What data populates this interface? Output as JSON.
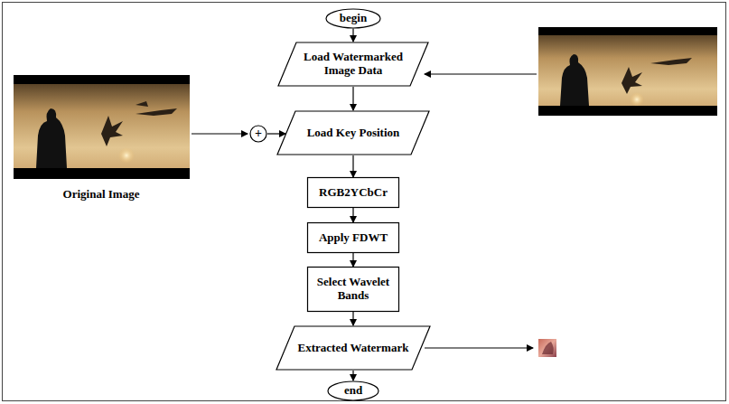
{
  "diagram": {
    "nodes": [
      {
        "text": [
          "begin"
        ]
      },
      {
        "text": [
          "Load Watermarked Image Data"
        ]
      },
      {
        "text": [
          "+"
        ]
      },
      {
        "text": [
          "Load Key Position"
        ]
      },
      {
        "text": [
          "RGB2YCbCr"
        ]
      },
      {
        "text": [
          "Apply FDWT"
        ]
      },
      {
        "text": [
          "Select Wavelet Bands"
        ]
      },
      {
        "text": [
          "Extracted Watermark"
        ]
      },
      {
        "text": [
          "end"
        ]
      }
    ],
    "edges": [
      {
        "from": 0,
        "to": 1,
        "arrow": "to"
      },
      {
        "from": 1,
        "to": 3,
        "arrow": "to"
      },
      {
        "from": 2,
        "to": 3,
        "arrow": "to"
      },
      {
        "from": 3,
        "to": 4,
        "arrow": "to"
      },
      {
        "from": 4,
        "to": 5,
        "arrow": "to"
      },
      {
        "from": 5,
        "to": 6,
        "arrow": "to"
      },
      {
        "from": 6,
        "to": 7,
        "arrow": "to"
      },
      {
        "from": 7,
        "to": 8,
        "arrow": "to"
      }
    ],
    "labels": [
      "Original Image"
    ]
  }
}
